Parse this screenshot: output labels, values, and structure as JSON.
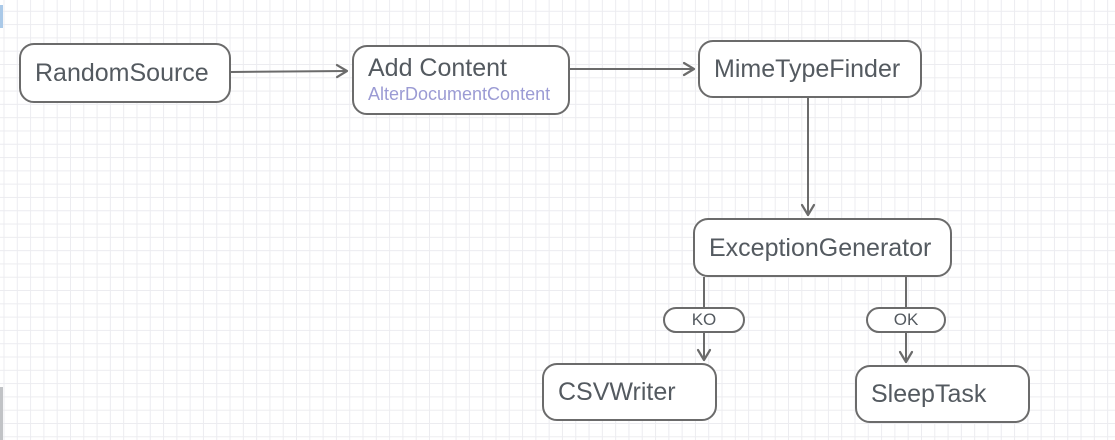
{
  "diagram": {
    "type": "flowchart",
    "nodes": [
      {
        "id": "RandomSource",
        "label": "RandomSource"
      },
      {
        "id": "AddContent",
        "label": "Add Content",
        "subtitle": "AlterDocumentContent"
      },
      {
        "id": "MimeTypeFinder",
        "label": "MimeTypeFinder"
      },
      {
        "id": "ExceptionGenerator",
        "label": "ExceptionGenerator"
      },
      {
        "id": "CSVWriter",
        "label": "CSVWriter"
      },
      {
        "id": "SleepTask",
        "label": "SleepTask"
      }
    ],
    "edges": [
      {
        "from": "RandomSource",
        "to": "AddContent",
        "label": ""
      },
      {
        "from": "AddContent",
        "to": "MimeTypeFinder",
        "label": ""
      },
      {
        "from": "MimeTypeFinder",
        "to": "ExceptionGenerator",
        "label": ""
      },
      {
        "from": "ExceptionGenerator",
        "to": "CSVWriter",
        "label": "KO"
      },
      {
        "from": "ExceptionGenerator",
        "to": "SleepTask",
        "label": "OK"
      }
    ],
    "colors": {
      "background": "#ffffff",
      "grid_line": "#ececf0",
      "node_border": "#6b6b6b",
      "node_fill": "#ffffff",
      "node_text": "#545a60",
      "subtitle_text": "#9b9bd4",
      "edge": "#6b6b6b"
    }
  }
}
